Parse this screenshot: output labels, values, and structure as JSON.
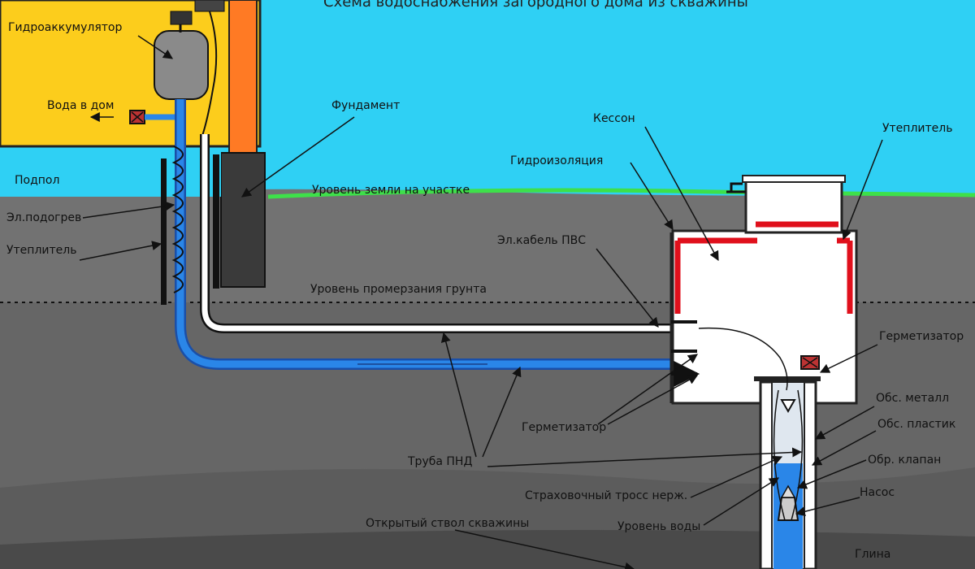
{
  "title": "Схема водоснабжения загородного дома из скважины",
  "labels": {
    "hydroaccumulator": "Гидроаккумулятор",
    "water_to_house": "Вода в дом",
    "foundation": "Фундамент",
    "caisson": "Кессон",
    "insulation_top": "Утеплитель",
    "waterproofing": "Гидроизоляция",
    "underfloor": "Подпол",
    "ground_level": "Уровень земли на участке",
    "el_heating": "Эл.подогрев",
    "insulation_left": "Утеплитель",
    "el_cable": "Эл.кабель ПВС",
    "freeze_level": "Уровень промерзания грунта",
    "sealer_right": "Герметизатор",
    "casing_metal": "Обс. металл",
    "sealer_center": "Герметизатор",
    "casing_plastic": "Обс. пластик",
    "check_valve": "Обр. клапан",
    "pnd_pipe": "Труба ПНД",
    "safety_cable": "Страховочный тросс нерж.",
    "pump": "Насос",
    "water_level": "Уровень воды",
    "open_borehole": "Открытый ствол скважины",
    "clay": "Глина"
  },
  "colors": {
    "sky": "#2fd0f4",
    "house": "#fccd1c",
    "chimney": "#ff7a24",
    "soil_upper": "#727272",
    "soil_lower": "#606060",
    "grass": "#3ee04a",
    "pipe_water": "#2a86e8",
    "pipe_stroke": "#1a4fa8",
    "insulation_red": "#e0101c"
  }
}
